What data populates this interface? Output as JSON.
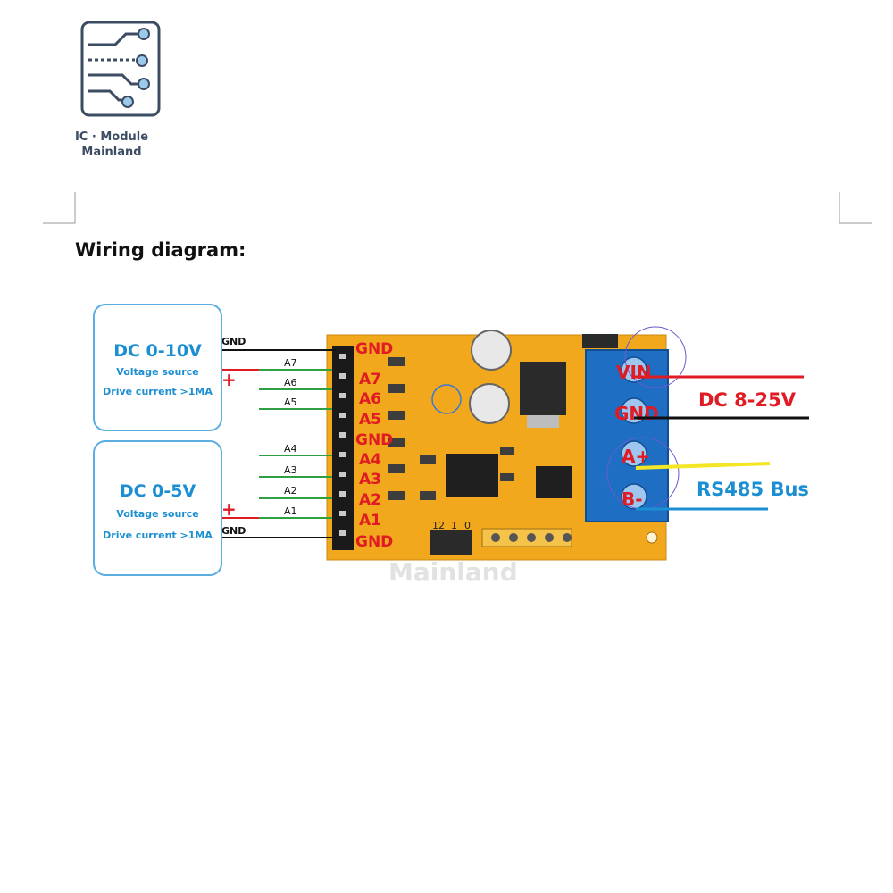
{
  "logo": {
    "line1": "IC · Module",
    "line2": "Mainland"
  },
  "title": "Wiring diagram:",
  "sources": [
    {
      "title": "DC 0-10V",
      "line1": "Voltage source",
      "line2": "Drive current >1MA"
    },
    {
      "title": "DC 0-5V",
      "line1": "Voltage source",
      "line2": "Drive current >1MA"
    }
  ],
  "wires": {
    "gnd_top": "GND",
    "gnd_bottom": "GND",
    "plus_top": "+",
    "plus_bottom": "+",
    "channels": [
      "A7",
      "A6",
      "A5",
      "A4",
      "A3",
      "A2",
      "A1"
    ]
  },
  "board_pins": [
    "GND",
    "A7",
    "A6",
    "A5",
    "GND",
    "A4",
    "A3",
    "A2",
    "A1",
    "GND"
  ],
  "terminals": [
    "VIN",
    "GND",
    "A+",
    "B-"
  ],
  "right_labels": {
    "power": "DC 8-25V",
    "bus": "RS485 Bus"
  },
  "jumper_labels": [
    "12",
    "1",
    "0"
  ],
  "watermark": "Mainland",
  "colors": {
    "blue": "#1b8fd2",
    "red": "#e01b24",
    "green": "#2ea043",
    "yellow": "#f5e625",
    "board": "#f2a81d",
    "terminal": "#1e6fc4"
  }
}
